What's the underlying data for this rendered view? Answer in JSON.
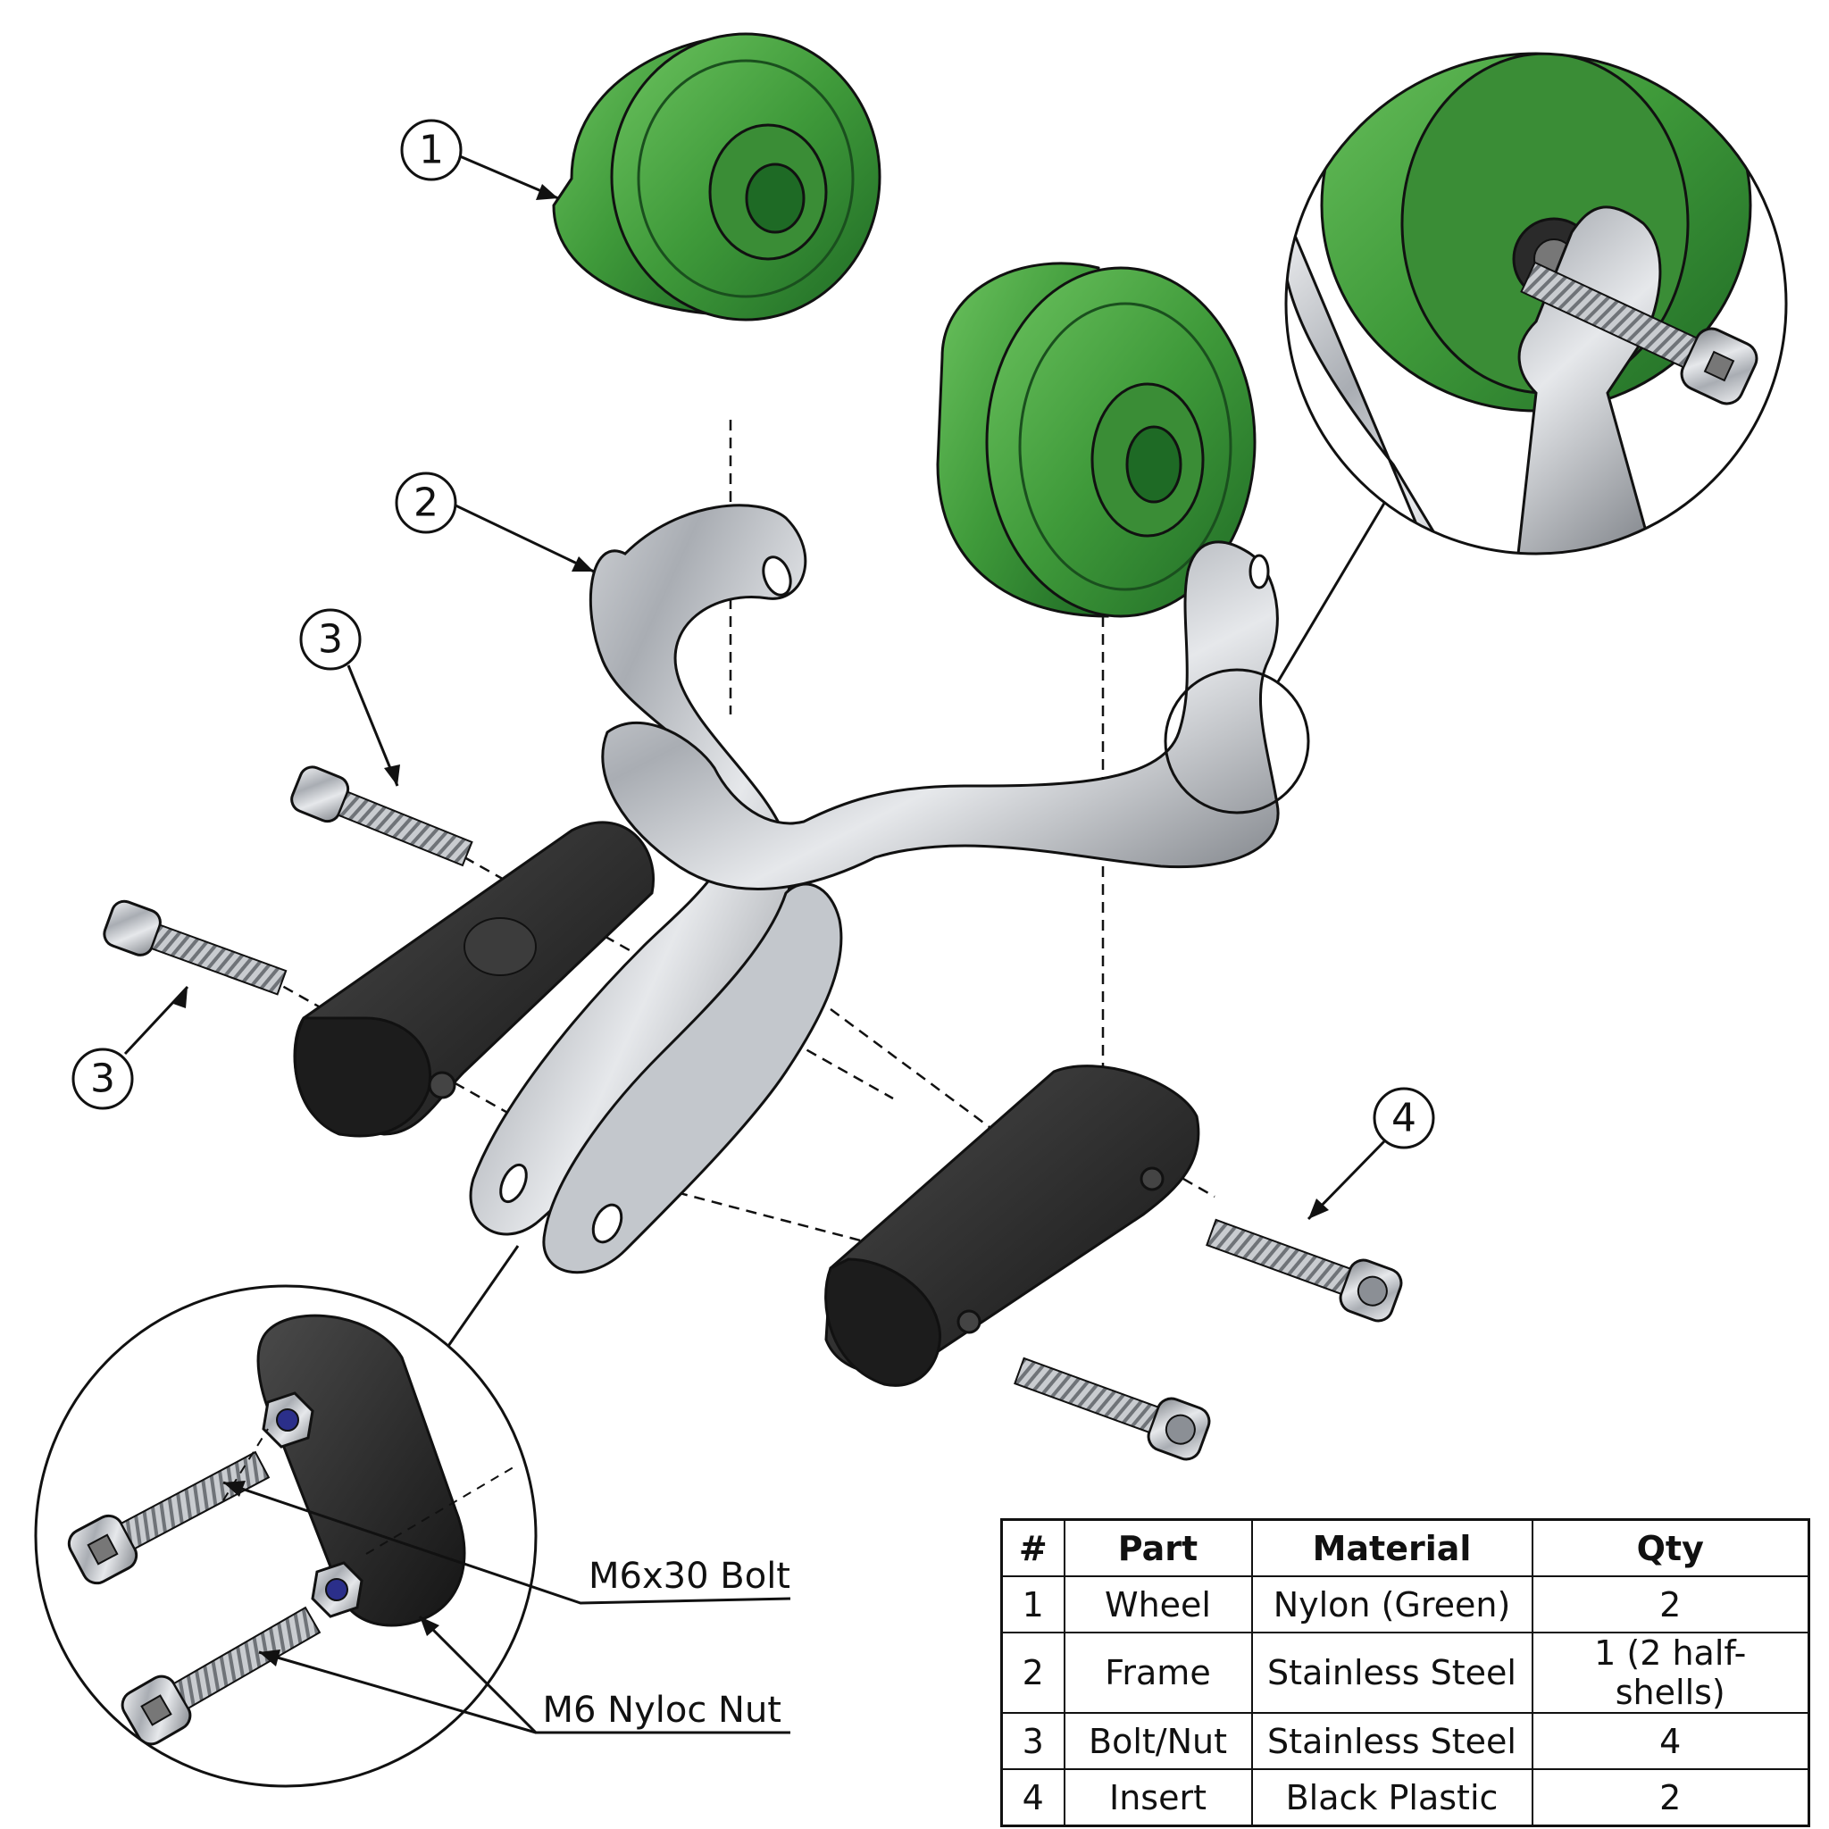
{
  "balloons": {
    "b1": "1",
    "b2": "2",
    "b3a": "3",
    "b3b": "3",
    "b4": "4"
  },
  "callouts": {
    "bolt": "M6x30 Bolt",
    "nut": "M6 Nyloc Nut"
  },
  "bom": {
    "headers": [
      "#",
      "Part",
      "Material",
      "Qty"
    ],
    "rows": [
      [
        "1",
        "Wheel",
        "Nylon (Green)",
        "2"
      ],
      [
        "2",
        "Frame",
        "Stainless Steel",
        "1 (2 half-shells)"
      ],
      [
        "3",
        "Bolt/Nut",
        "Stainless Steel",
        "4"
      ],
      [
        "4",
        "Insert",
        "Black Plastic",
        "2"
      ]
    ]
  },
  "colors": {
    "wheel": "#3f9a3a",
    "wheel_dark": "#23702a",
    "steel": "#b8bcc2",
    "plastic": "#2a2a2a",
    "line": "#111111"
  }
}
